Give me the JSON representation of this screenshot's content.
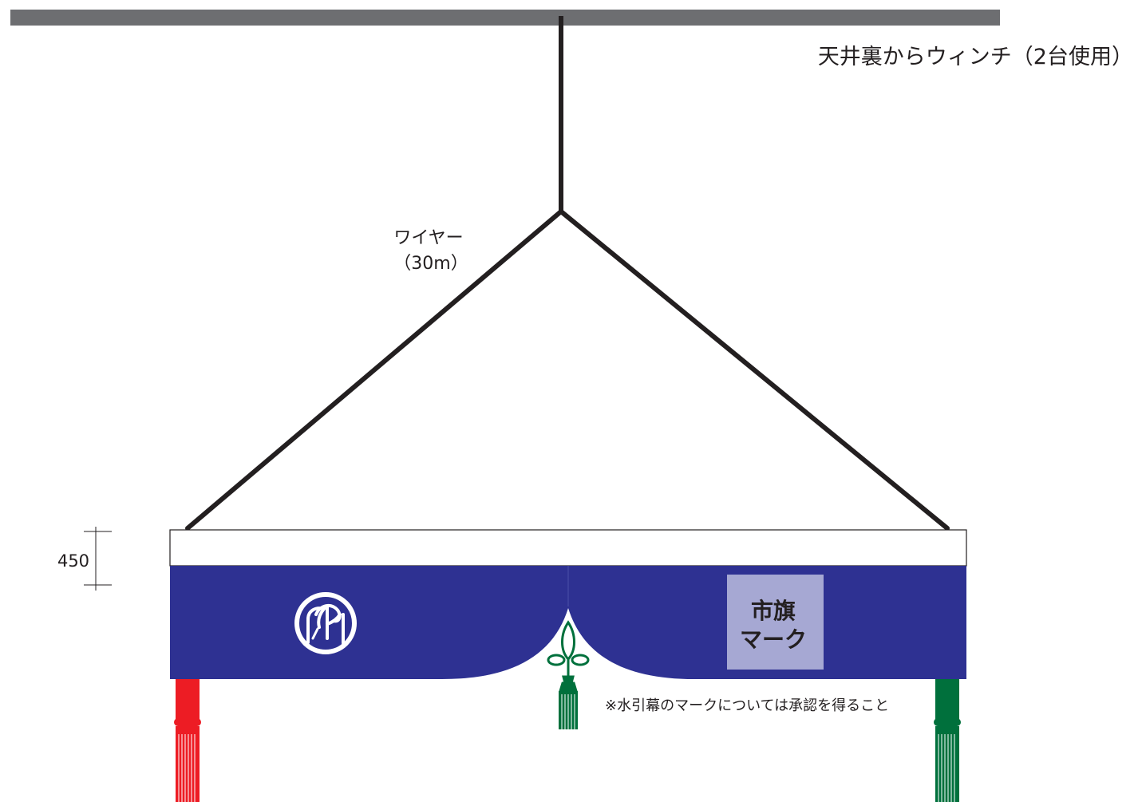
{
  "labels": {
    "winch": "天井裏からウィンチ（2台使用）",
    "wire_line1": "ワイヤー",
    "wire_line2": "（30m）",
    "dimension": "450",
    "flag_mark_line1": "市旗",
    "flag_mark_line2": "マーク",
    "note": "※水引幕のマークについては承認を得ること"
  },
  "icons": {
    "city_emblem": "city-emblem-icon",
    "center_knot": "agemaki-knot-tassel-icon",
    "left_tassel": "tassel-icon",
    "right_tassel": "tassel-icon"
  },
  "colors": {
    "ceiling": "#6d6e71",
    "wire": "#231f20",
    "curtain": "#2e3192",
    "flag_box": "#a6a8d3",
    "tassel_red": "#ed1c24",
    "tassel_green": "#00703c",
    "knot_green": "#00703c"
  }
}
